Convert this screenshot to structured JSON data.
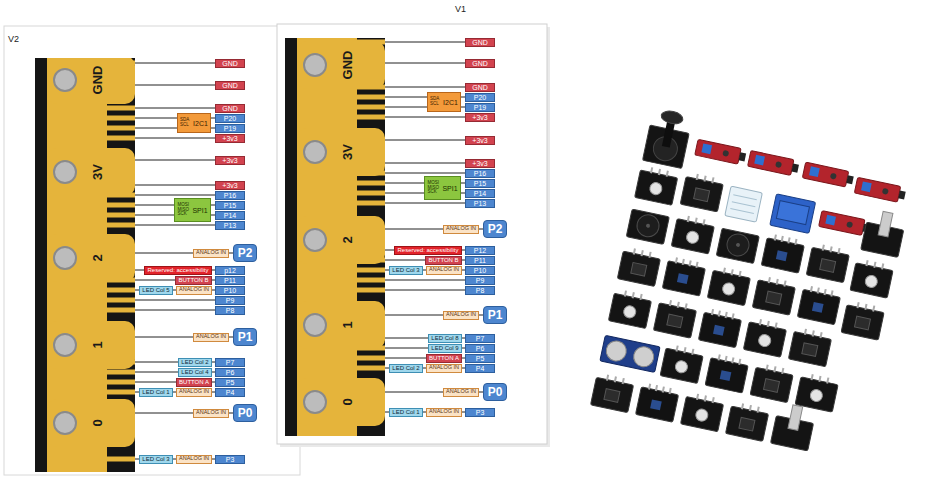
{
  "diagram": {
    "nodes": [
      {
        "text": [
          "GND",
          "3V",
          "2",
          "1",
          "0"
        ]
      },
      {
        "text": [
          "GND"
        ]
      },
      {
        "text": [
          "GND"
        ]
      },
      {
        "text": [
          "SDA SCL",
          "I2C1"
        ]
      },
      {
        "text": [
          "GND"
        ]
      },
      {
        "text": [
          "P20"
        ]
      },
      {
        "text": [
          "P19"
        ]
      },
      {
        "text": [
          "+3v3"
        ]
      },
      {
        "text": [
          "+3v3"
        ]
      },
      {
        "text": [
          "MOSI MISO SCK",
          "SPI1"
        ]
      },
      {
        "text": [
          "+3v3"
        ]
      },
      {
        "text": [
          "P16"
        ]
      },
      {
        "text": [
          "P15"
        ]
      },
      {
        "text": [
          "P14"
        ]
      },
      {
        "text": [
          "P13"
        ]
      },
      {
        "text": [
          "ANALOG IN"
        ]
      },
      {
        "text": [
          "P2"
        ]
      },
      {
        "text": [
          "Reserved: accessibility"
        ]
      },
      {
        "text": [
          "p12"
        ]
      },
      {
        "text": [
          "BUTTON B"
        ]
      },
      {
        "text": [
          "P11"
        ]
      },
      {
        "text": [
          "LED Col 5"
        ]
      },
      {
        "text": [
          "ANALOG IN"
        ]
      },
      {
        "text": [
          "P10"
        ]
      },
      {
        "text": [
          "P9"
        ]
      },
      {
        "text": [
          "P8"
        ]
      },
      {
        "text": [
          "ANALOG IN"
        ]
      },
      {
        "text": [
          "P1"
        ]
      },
      {
        "text": [
          "LED Col 2"
        ]
      },
      {
        "text": [
          "P7"
        ]
      },
      {
        "text": [
          "LED Col 4"
        ]
      },
      {
        "text": [
          "P6"
        ]
      },
      {
        "text": [
          "BUTTON A"
        ]
      },
      {
        "text": [
          "P5"
        ]
      },
      {
        "text": [
          "LED Col 1"
        ]
      },
      {
        "text": [
          "ANALOG IN"
        ]
      },
      {
        "text": [
          "P4"
        ]
      },
      {
        "text": [
          "ANALOG IN"
        ]
      },
      {
        "text": [
          "P0"
        ]
      },
      {
        "text": [
          "LED Col 3"
        ]
      },
      {
        "text": [
          "ANALOG IN"
        ]
      },
      {
        "text": [
          "P3"
        ]
      },
      {
        "text": [
          "GND",
          "3V",
          "2",
          "1",
          "0"
        ]
      },
      {
        "text": [
          "GND"
        ]
      },
      {
        "text": [
          "GND"
        ]
      },
      {
        "text": [
          "SDA SCL",
          "I2C1"
        ]
      },
      {
        "text": [
          "GND"
        ]
      },
      {
        "text": [
          "P20"
        ]
      },
      {
        "text": [
          "P19"
        ]
      },
      {
        "text": [
          "+3v3"
        ]
      },
      {
        "text": [
          "+3v3"
        ]
      },
      {
        "text": [
          "MOSI MISO SCK",
          "SPI1"
        ]
      },
      {
        "text": [
          "+3v3"
        ]
      },
      {
        "text": [
          "P16"
        ]
      },
      {
        "text": [
          "P15"
        ]
      },
      {
        "text": [
          "P14"
        ]
      },
      {
        "text": [
          "P13"
        ]
      },
      {
        "text": [
          "ANALOG IN"
        ]
      },
      {
        "text": [
          "P2"
        ]
      },
      {
        "text": [
          "Reserved: accessibility"
        ]
      },
      {
        "text": [
          "P12"
        ]
      },
      {
        "text": [
          "BUTTON B"
        ]
      },
      {
        "text": [
          "P11"
        ]
      },
      {
        "text": [
          "LED Col 3"
        ]
      },
      {
        "text": [
          "ANALOG IN"
        ]
      },
      {
        "text": [
          "P10"
        ]
      },
      {
        "text": [
          "P9"
        ]
      },
      {
        "text": [
          "P8"
        ]
      },
      {
        "text": [
          "ANALOG IN"
        ]
      },
      {
        "text": [
          "P1"
        ]
      },
      {
        "text": [
          "LED Col 8"
        ]
      },
      {
        "text": [
          "P7"
        ]
      },
      {
        "text": [
          "LED Col 9"
        ]
      },
      {
        "text": [
          "P6"
        ]
      },
      {
        "text": [
          "BUTTON A"
        ]
      },
      {
        "text": [
          "P5"
        ]
      },
      {
        "text": [
          "LED Col 2"
        ]
      },
      {
        "text": [
          "ANALOG IN"
        ]
      },
      {
        "text": [
          "P4"
        ]
      },
      {
        "text": [
          "ANALOG IN"
        ]
      },
      {
        "text": [
          "P0"
        ]
      },
      {
        "text": [
          "LED Col 1"
        ]
      },
      {
        "text": [
          "ANALOG IN"
        ]
      },
      {
        "text": [
          "P3"
        ]
      }
    ],
    "labels": [
      "V1",
      "V2"
    ]
  }
}
